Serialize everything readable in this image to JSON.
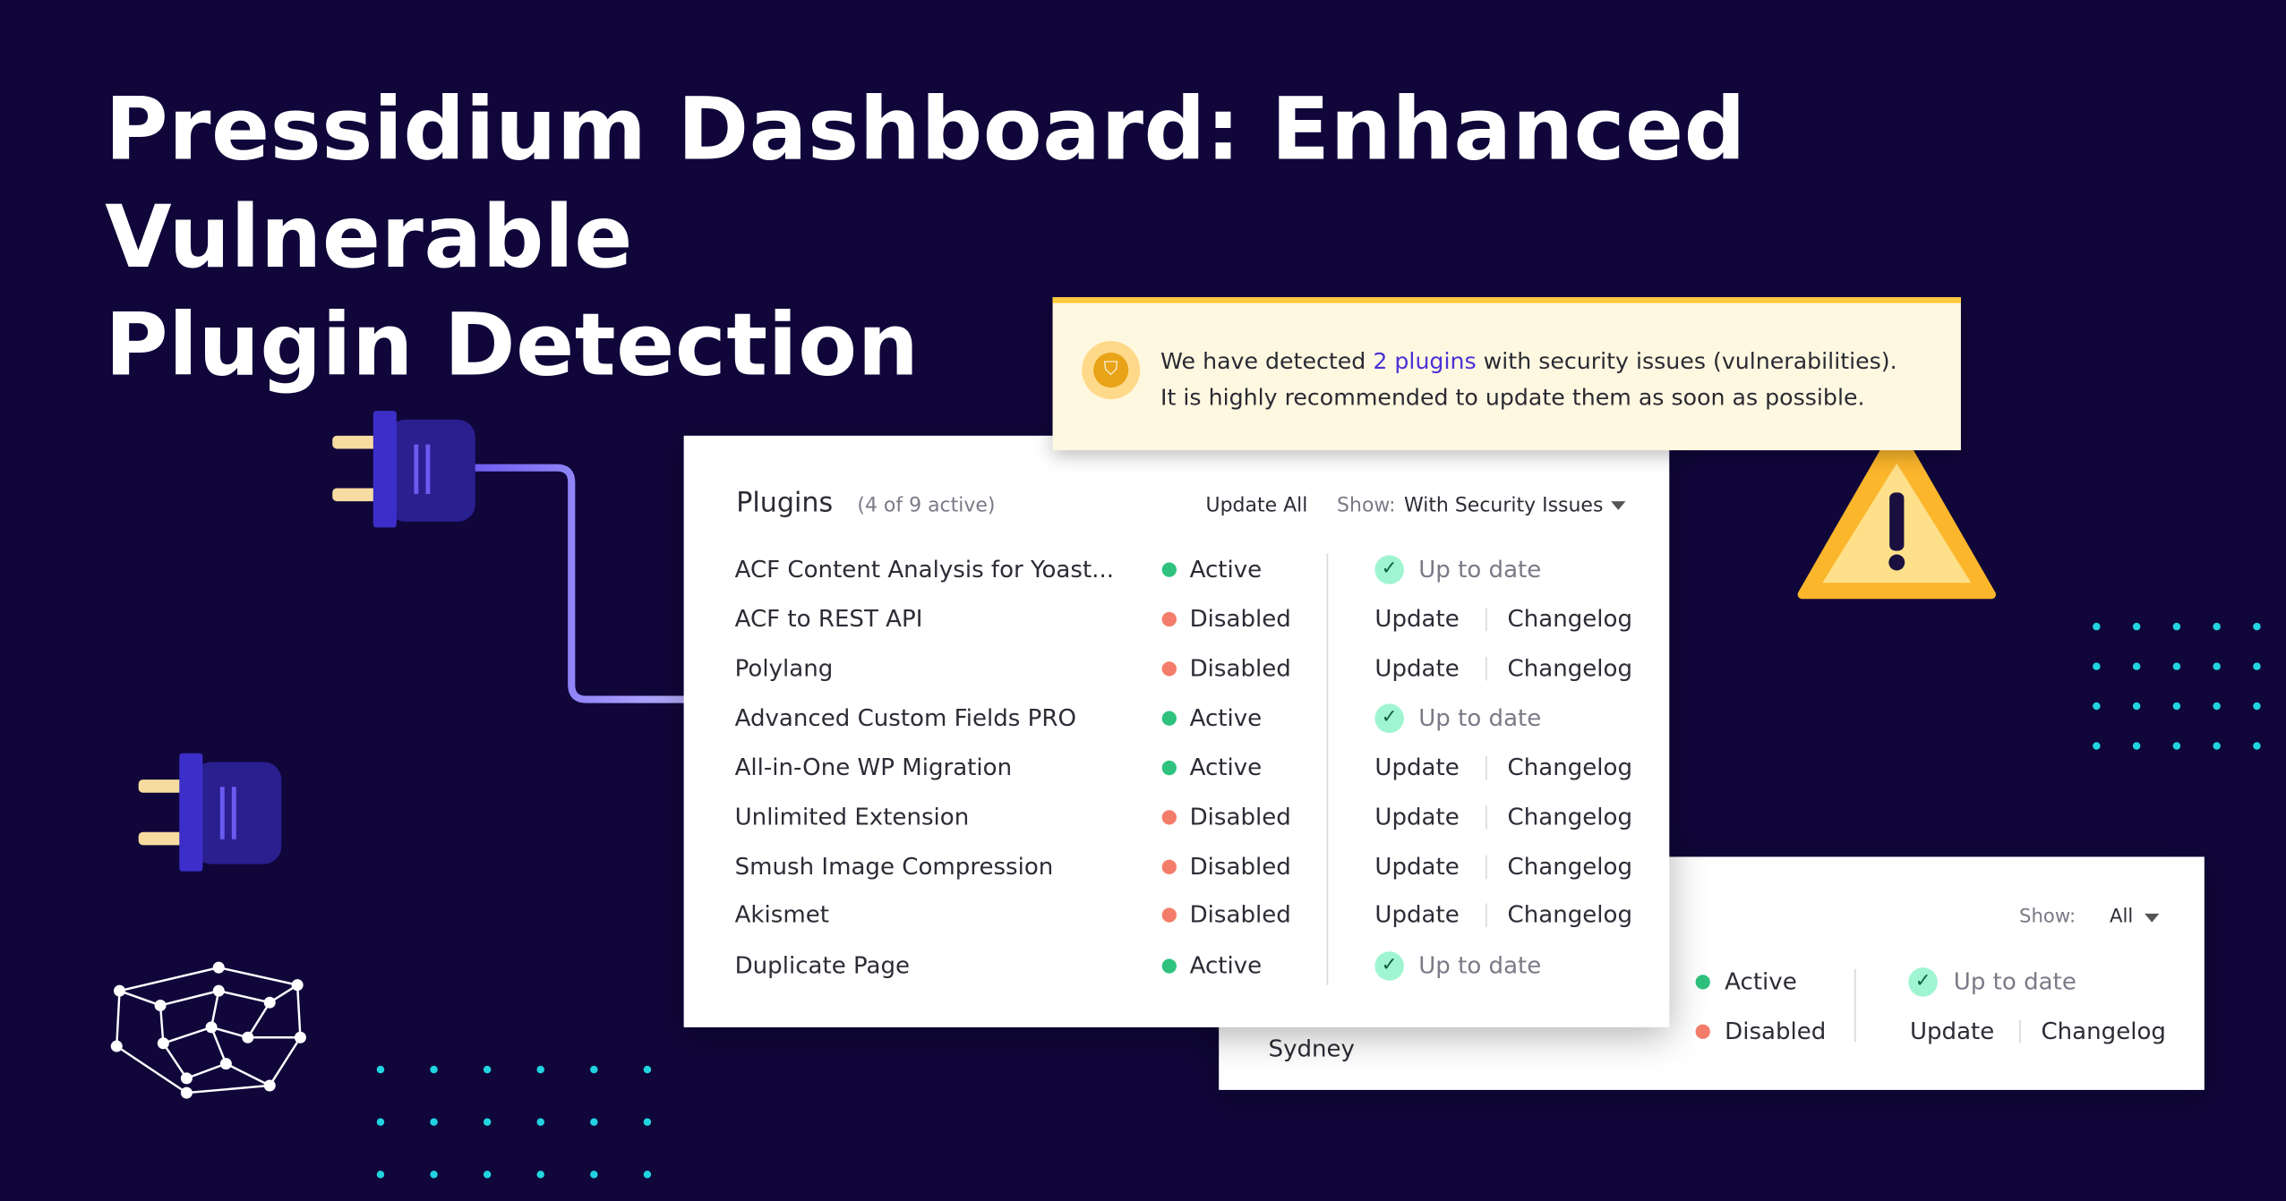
{
  "headline": {
    "line1": "Pressidium Dashboard: Enhanced Vulnerable",
    "line2": "Plugin Detection"
  },
  "notice": {
    "icon": "shield-alert-icon",
    "text_before": "We have detected ",
    "link": "2 plugins",
    "text_after": " with security issues (vulnerabilities).",
    "line2": "It is highly recommended to update them as soon as possible."
  },
  "plugins_panel": {
    "title": "Plugins",
    "count": "(4 of 9 active)",
    "update_all": "Update All",
    "show_label": "Show:",
    "show_value": "With Security Issues",
    "rows": [
      {
        "name": "ACF Content Analysis for Yoast...",
        "status": "Active",
        "action": "uptodate"
      },
      {
        "name": "ACF to REST API",
        "status": "Disabled",
        "action": "update"
      },
      {
        "name": "Polylang",
        "status": "Disabled",
        "action": "update"
      },
      {
        "name": "Advanced Custom Fields PRO",
        "status": "Active",
        "action": "uptodate"
      },
      {
        "name": "All-in-One WP Migration",
        "status": "Active",
        "action": "update"
      },
      {
        "name": "Unlimited Extension",
        "status": "Disabled",
        "action": "update"
      },
      {
        "name": "Smush Image Compression",
        "status": "Disabled",
        "action": "update"
      },
      {
        "name": "Akismet",
        "status": "Disabled",
        "action": "update"
      },
      {
        "name": "Duplicate Page",
        "status": "Active",
        "action": "uptodate"
      }
    ],
    "uptodate_label": "Up to date",
    "update_label": "Update",
    "changelog_label": "Changelog"
  },
  "back_panel": {
    "show_label": "Show:",
    "show_value": "All",
    "row_name": "Sydney",
    "row1_status": "Active",
    "row1_action": "Up to date",
    "row2_status": "Disabled",
    "row2_update": "Update",
    "row2_changelog": "Changelog"
  },
  "colors": {
    "background": "#10063a",
    "accent": "#4b32d6",
    "active": "#2ec27e",
    "disabled": "#f47c6a",
    "warning": "#ffc93c",
    "dots": "#22d3e0"
  }
}
